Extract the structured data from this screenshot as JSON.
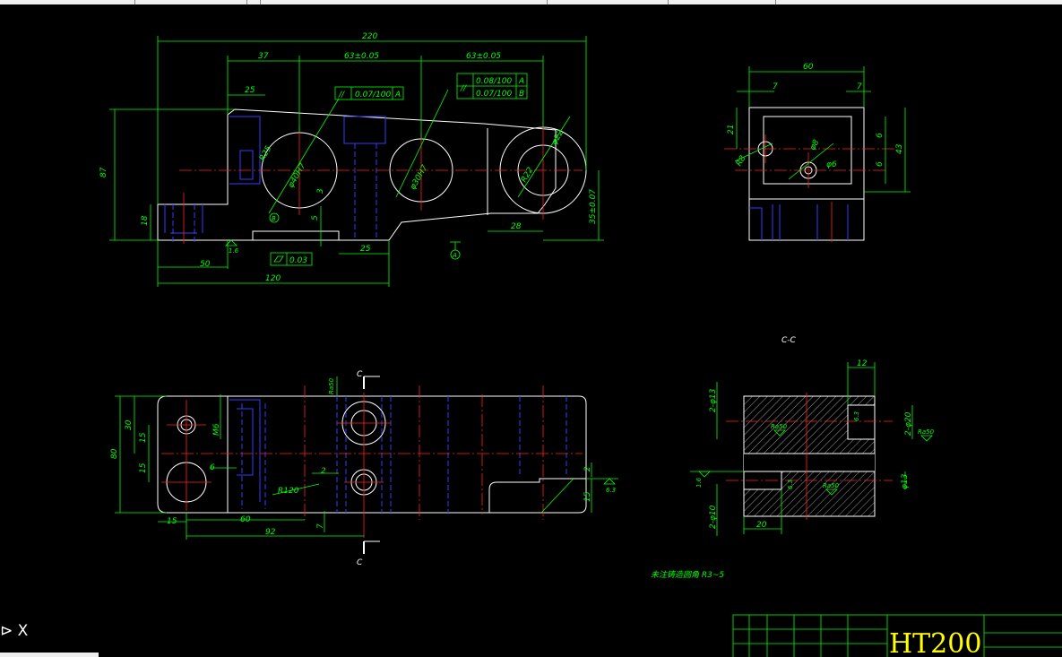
{
  "dimensions": {
    "top_overall": "220",
    "top_37": "37",
    "top_63a": "63±0.05",
    "top_63b": "63±0.05",
    "top_25": "25",
    "left_87": "87",
    "left_18": "18",
    "bottom_50": "50",
    "bottom_120": "120",
    "bottom_25": "25",
    "right_28": "28",
    "right_35": "35±0.07",
    "dim_5": "5",
    "dim_3": "3",
    "dim_16": "1.6",
    "flatness": "0.03",
    "r25": "R25",
    "dia40": "φ40H7",
    "dia30": "φ30H7",
    "dia22": "φ22",
    "r22": "R22"
  },
  "tolerances": {
    "frame1_sym": "//",
    "frame1_val": "0.07/100",
    "frame1_ref": "A",
    "frame2_val1": "0.08/100",
    "frame2_ref1": "A",
    "frame2_val2": "0.07/100",
    "frame2_ref2": "B",
    "datum_a": "A",
    "datum_b": "B"
  },
  "right_view": {
    "w60": "60",
    "d7a": "7",
    "d7b": "7",
    "d21": "21",
    "d6a": "6",
    "d6b": "6",
    "d43": "43",
    "r8": "R8",
    "d8": "φ8",
    "d6c": "φ6"
  },
  "plan_view": {
    "cc_label_top": "C",
    "cc_label_bottom": "C",
    "d30": "30",
    "d15a": "15",
    "d15b": "15",
    "d80": "80",
    "d6": "6",
    "d2": "2",
    "r120": "R120",
    "d15c": "15",
    "d60": "60",
    "d92": "92",
    "d7": "7",
    "m6": "M6",
    "d2r": "2",
    "d15r": "15",
    "ra63": "6.3",
    "ra_top": "Ra50"
  },
  "section": {
    "title": "C-C",
    "d12": "12",
    "d2phi13": "2-φ13",
    "d2phi20": "2-φ20",
    "ra50a": "Ra50",
    "ra50b": "Ra50",
    "ra50c": "Ra50",
    "phi13": "φ13",
    "d2phi10": "2-φ10",
    "d20": "20",
    "r16": "1.6",
    "r63": "6.3",
    "r63b": "6.3"
  },
  "notes": {
    "fillet_note": "未注铸造圆角 R3~5"
  },
  "title_block": {
    "material": "HT200"
  },
  "command": {
    "prompt": "⊳  X"
  }
}
